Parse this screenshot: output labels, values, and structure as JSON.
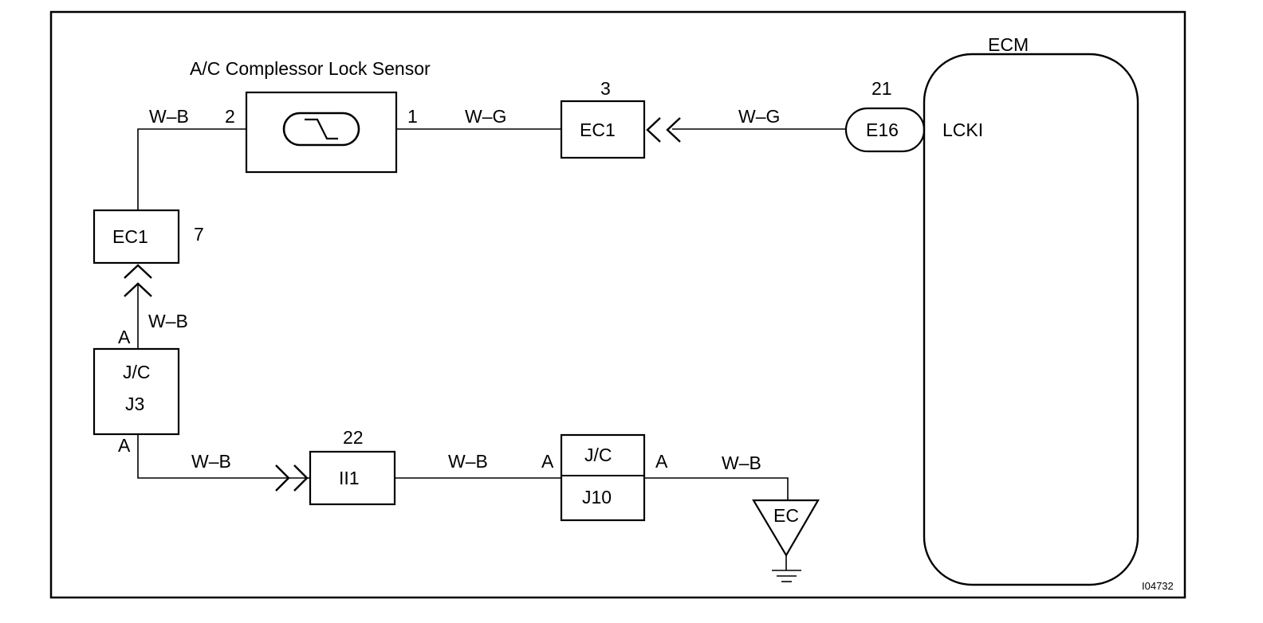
{
  "sensor": {
    "title": "A/C Complessor Lock Sensor",
    "pin_left": "2",
    "pin_right": "1"
  },
  "ecm": {
    "title": "ECM",
    "terminal": "LCKI",
    "connector": "E16",
    "pin": "21"
  },
  "connectors": {
    "ec1_top": {
      "label": "EC1",
      "pin": "3"
    },
    "ec1_left": {
      "label": "EC1",
      "pin": "7"
    },
    "ii1": {
      "label": "II1",
      "pin": "22"
    }
  },
  "junctions": {
    "j3": {
      "line1": "J/C",
      "line2": "J3",
      "pin_top": "A",
      "pin_bottom": "A"
    },
    "j10": {
      "line1": "J/C",
      "line2": "J10",
      "pin_left": "A",
      "pin_right": "A"
    }
  },
  "ground": {
    "label": "EC"
  },
  "wires": {
    "sensor_left": "W–B",
    "sensor_right": "W–G",
    "ecm_side": "W–G",
    "vertical": "W–B",
    "bottom_left": "W–B",
    "bottom_mid": "W–B",
    "bottom_right": "W–B"
  },
  "figure_id": "I04732"
}
